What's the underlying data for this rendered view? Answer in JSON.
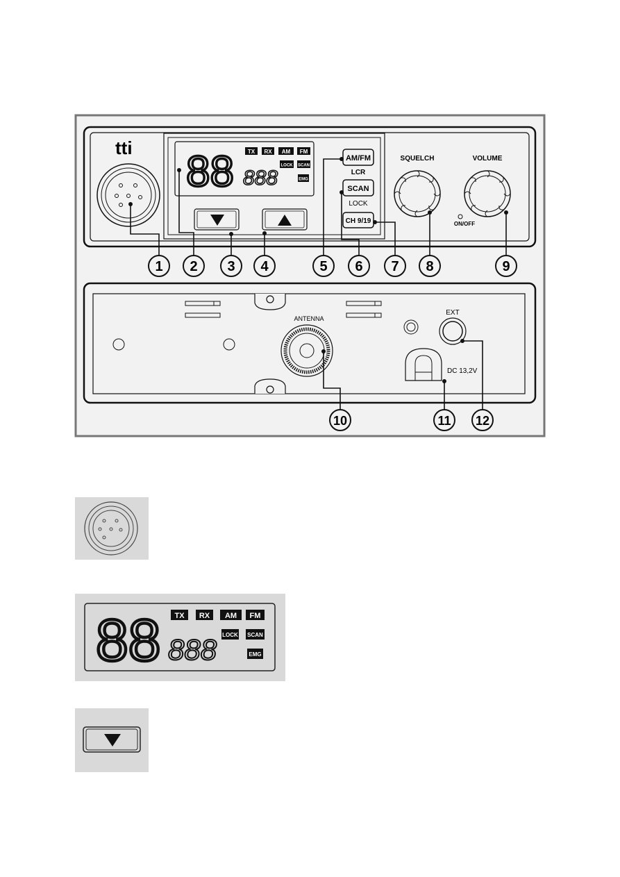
{
  "brand": "tti",
  "lcd": {
    "channel_digits": "88",
    "small_digits": "888",
    "indicators": [
      "TX",
      "RX",
      "AM",
      "FM",
      "LOCK",
      "SCAN",
      "EMG"
    ]
  },
  "front_panel": {
    "buttons": {
      "amfm": "AM/FM",
      "amfm_sub": "LCR",
      "scan": "SCAN",
      "scan_sub": "LOCK",
      "ch": "CH 9/19"
    },
    "knobs": {
      "squelch": "SQUELCH",
      "volume": "VOLUME",
      "onoff": "ON/OFF"
    }
  },
  "rear_panel": {
    "antenna": "ANTENNA",
    "ext": "EXT",
    "dc": "DC 13,2V"
  },
  "callouts": [
    "1",
    "2",
    "3",
    "4",
    "5",
    "6",
    "7",
    "8",
    "9",
    "10",
    "11",
    "12"
  ],
  "icons": {
    "connector": "microphone-connector-icon",
    "down_button": "down-arrow-button-icon",
    "up_button": "up-arrow-button-icon"
  }
}
